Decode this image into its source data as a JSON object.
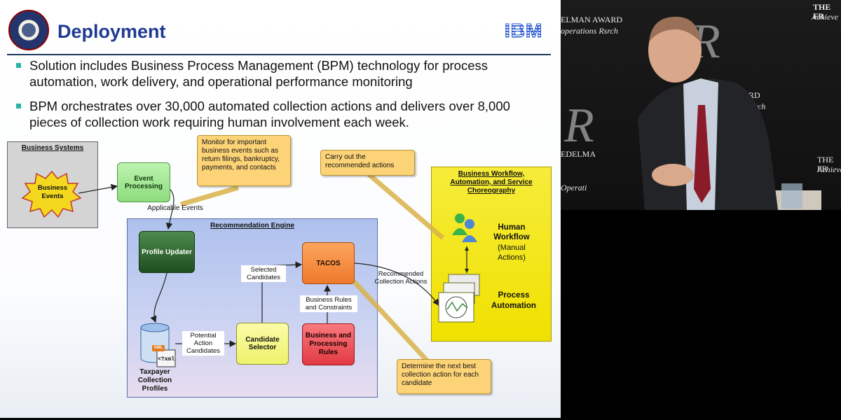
{
  "slide": {
    "title": "Deployment",
    "logo_text": "IBM",
    "bullets": [
      "Solution includes Business Process Management (BPM) technology for process automation, work delivery, and operational performance monitoring",
      "BPM orchestrates over 30,000 automated collection actions and delivers over 8,000 pieces of collection work requiring human involvement each week."
    ]
  },
  "diagram": {
    "business_systems_title": "Business Systems",
    "business_events": "Business Events",
    "event_processing": "Event Processing",
    "applicable_events": "Applicable Events",
    "note_monitor": "Monitor for important business events such as return filings, bankruptcy, payments, and contacts",
    "recommendation_engine_title": "Recommendation Engine",
    "profile_updater": "Profile Updater",
    "tacos": "TACOS",
    "selected_candidates": "Selected Candidates",
    "business_rules_constraints": "Business Rules and Constraints",
    "potential_action_candidates": "Potential Action Candidates",
    "candidate_selector": "Candidate Selector",
    "business_processing_rules": "Business and Processing Rules",
    "xml_tag": "<?xml",
    "xml_badge": "XML",
    "taxpayer_profiles": "Taxpayer Collection Profiles",
    "recommended_actions": "Recommended Collection Actions",
    "note_carry_out": "Carry out the recommended actions",
    "workflow_title": "Business Workflow, Automation, and Service Choreography",
    "human_workflow": "Human Workflow",
    "manual_actions": "(Manual Actions)",
    "process_automation": "Process Automation",
    "note_determine": "Determine the next best collection action for each candidate"
  },
  "video": {
    "backdrop_lines": [
      "THE FR",
      "Achieve",
      "ELMAN AWARD",
      "operations Rsrch",
      "DELMAN AWARD",
      "tions Research",
      "THE FR",
      "Achieven",
      "EDELMA",
      "Operati"
    ],
    "backdrop_letter": "R"
  },
  "colors": {
    "title": "#1f3a93",
    "engine_frame": "#8fa8e0",
    "workflow_frame": "#f2e51e",
    "note": "#fcd377",
    "bullet": "#2bb3a3"
  }
}
